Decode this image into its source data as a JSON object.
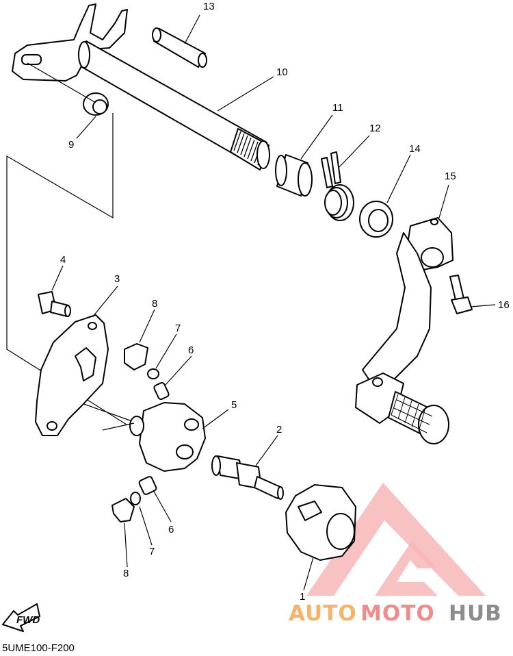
{
  "callouts": [
    "13",
    "10",
    "9",
    "11",
    "12",
    "14",
    "15",
    "4",
    "3",
    "16",
    "8",
    "7",
    "6",
    "5",
    "2",
    "6",
    "7",
    "8",
    "1"
  ],
  "fwd_label": "FWD",
  "diagram_code": "5UME100-F200",
  "watermark": {
    "auto": "AUTO",
    "moto": "MOTO",
    "hub": "HUB"
  },
  "colors": {
    "watermark_orange": "#f6b36b",
    "watermark_red": "#ef8c8c",
    "watermark_gray": "#8c8c8c",
    "line": "#000000"
  }
}
